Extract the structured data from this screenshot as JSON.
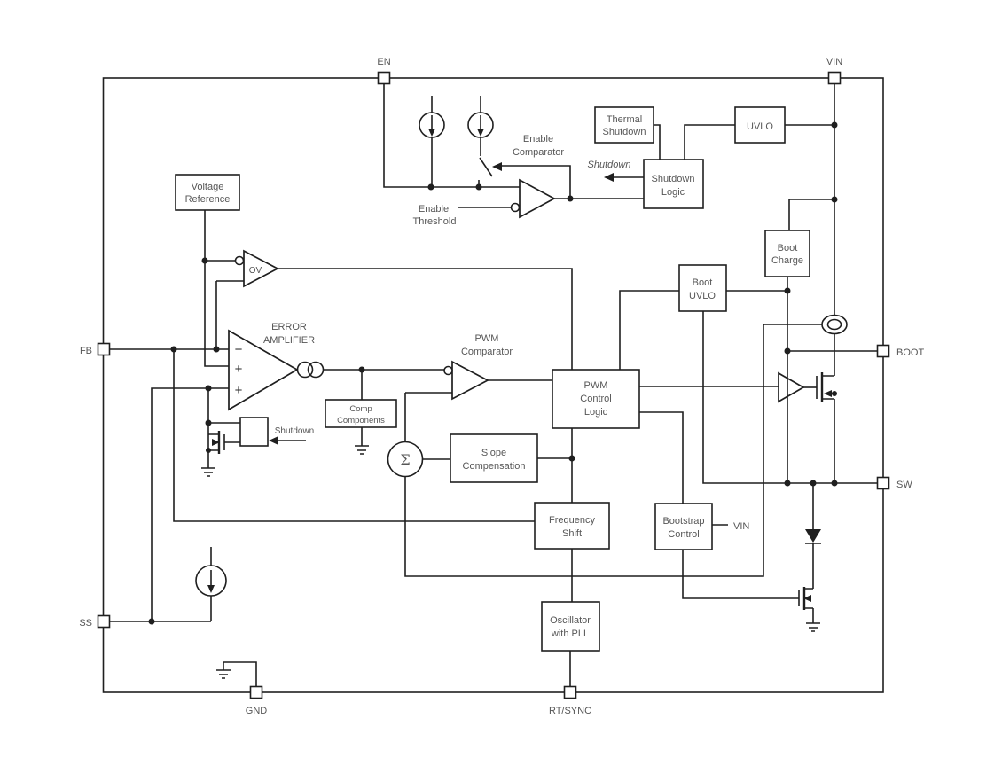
{
  "colors": {
    "wire": "#1f1f1f",
    "text": "#565656",
    "background": "#ffffff"
  },
  "pins": {
    "en": "EN",
    "vin": "VIN",
    "fb": "FB",
    "ss": "SS",
    "gnd": "GND",
    "rt_sync": "RT/SYNC",
    "boot": "BOOT",
    "sw": "SW"
  },
  "blocks": {
    "voltage_reference": [
      "Voltage",
      "Reference"
    ],
    "thermal_shutdown": [
      "Thermal",
      "Shutdown"
    ],
    "uvlo": [
      "UVLO"
    ],
    "shutdown_logic": [
      "Shutdown",
      "Logic"
    ],
    "boot_charge": [
      "Boot",
      "Charge"
    ],
    "boot_uvlo": [
      "Boot",
      "UVLO"
    ],
    "comp_components": [
      "Comp",
      "Components"
    ],
    "slope_compensation": [
      "Slope",
      "Compensation"
    ],
    "pwm_control_logic": [
      "PWM",
      "Control",
      "Logic"
    ],
    "frequency_shift": [
      "Frequency",
      "Shift"
    ],
    "bootstrap_control": [
      "Bootstrap",
      "Control"
    ],
    "oscillator_with_pll": [
      "Oscillator",
      "with PLL"
    ]
  },
  "labels": {
    "error_amplifier": [
      "ERROR",
      "AMPLIFIER"
    ],
    "pwm_comparator": [
      "PWM",
      "Comparator"
    ],
    "enable_comparator": [
      "Enable",
      "Comparator"
    ],
    "enable_threshold": [
      "Enable",
      "Threshold"
    ],
    "shutdown_signal_top": "Shutdown",
    "shutdown_signal_ea": "Shutdown",
    "vin_bootstrap": "VIN",
    "ov_comparator": "OV"
  },
  "symbols": {
    "sigma": "Σ",
    "minus": "−",
    "plus_ref": "+",
    "plus_ss": "+"
  }
}
